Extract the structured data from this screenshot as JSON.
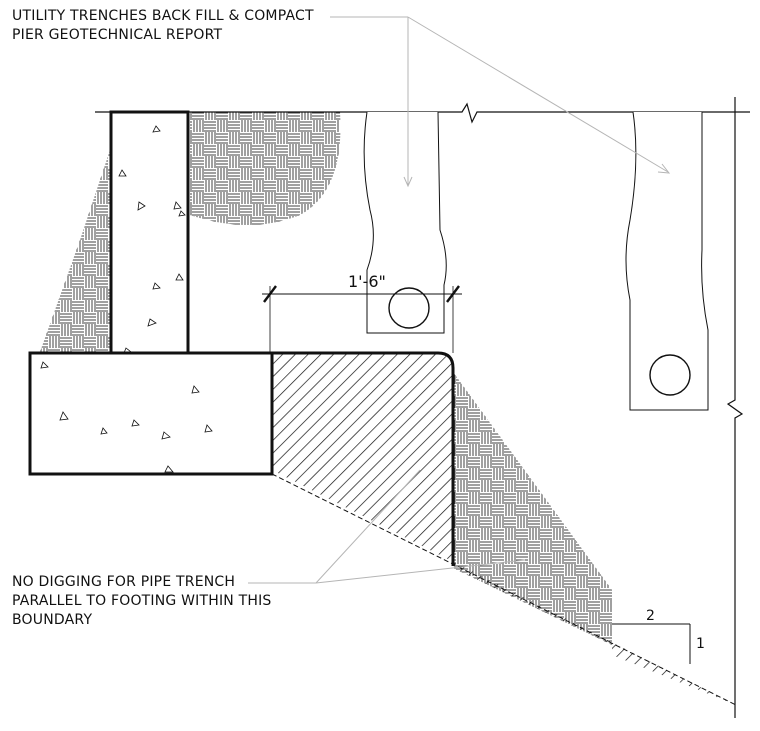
{
  "notes": {
    "backfill": {
      "line1": "UTILITY TRENCHES BACK FILL & COMPACT",
      "line2": "PIER GEOTECHNICAL REPORT"
    },
    "no_digging": {
      "line1": "NO DIGGING FOR PIPE TRENCH",
      "line2": "PARALLEL TO FOOTING WITHIN THIS",
      "line3": "BOUNDARY"
    }
  },
  "dimension": {
    "trench_width": "1'-6\""
  },
  "slope": {
    "run": "2",
    "rise": "1"
  },
  "colors": {
    "ink": "#111111",
    "leader": "#b5b5b5"
  }
}
